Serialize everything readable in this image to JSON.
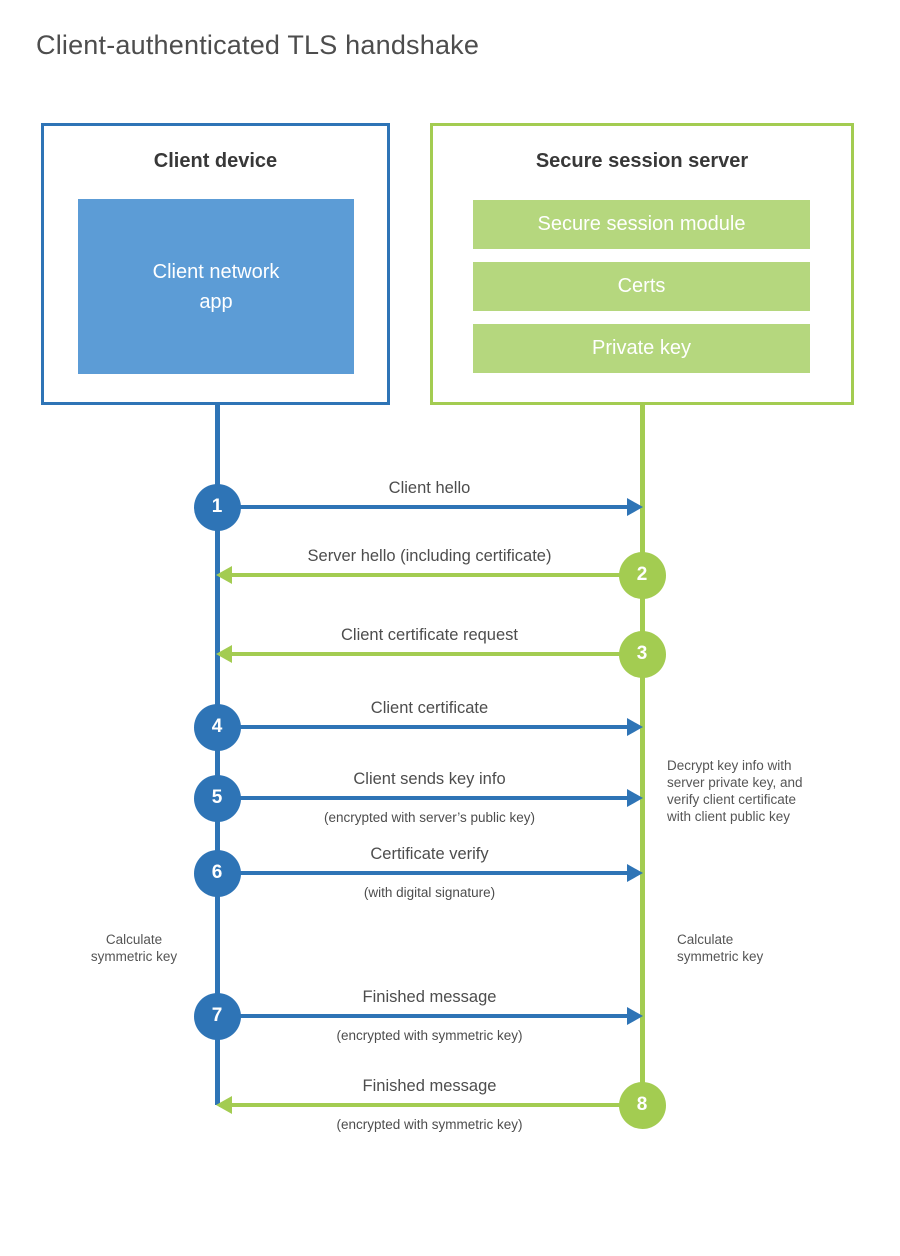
{
  "page": {
    "title": "Client-authenticated TLS handshake"
  },
  "colors": {
    "blue_accent": "#2e74b6",
    "blue_fill": "#5c9cd6",
    "green_accent": "#a3cc51",
    "green_fill": "#b5d77e",
    "text_dark": "#383838",
    "text_gray": "#4d4d4d"
  },
  "client": {
    "title": "Client device",
    "app_label": "Client network\napp"
  },
  "server": {
    "title": "Secure session server",
    "modules": [
      "Secure session module",
      "Certs",
      "Private key"
    ]
  },
  "steps": [
    {
      "num": "1",
      "from": "client",
      "to": "server",
      "label": "Client hello",
      "sub": ""
    },
    {
      "num": "2",
      "from": "server",
      "to": "client",
      "label": "Server hello (including certificate)",
      "sub": ""
    },
    {
      "num": "3",
      "from": "server",
      "to": "client",
      "label": "Client certificate request",
      "sub": ""
    },
    {
      "num": "4",
      "from": "client",
      "to": "server",
      "label": "Client certificate",
      "sub": ""
    },
    {
      "num": "5",
      "from": "client",
      "to": "server",
      "label": "Client sends key info",
      "sub": "(encrypted with server’s public key)"
    },
    {
      "num": "6",
      "from": "client",
      "to": "server",
      "label": "Certificate verify",
      "sub": "(with digital signature)"
    },
    {
      "num": "7",
      "from": "client",
      "to": "server",
      "label": "Finished message",
      "sub": "(encrypted with symmetric key)"
    },
    {
      "num": "8",
      "from": "server",
      "to": "client",
      "label": "Finished message",
      "sub": "(encrypted with symmetric key)"
    }
  ],
  "notes": {
    "decrypt": "Decrypt key info with\nserver private key, and\nverify client certificate\nwith client public key",
    "calc_client": "Calculate\nsymmetric key",
    "calc_server": "Calculate\nsymmetric key"
  }
}
